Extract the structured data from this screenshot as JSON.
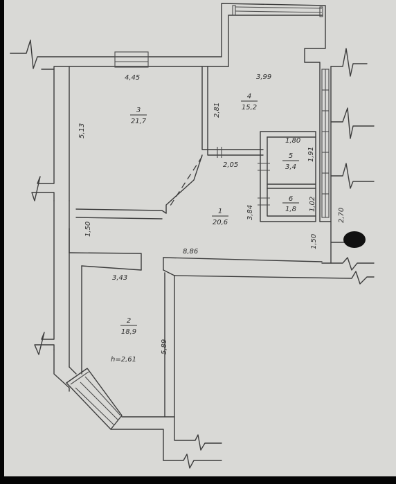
{
  "rooms": [
    {
      "num": "1",
      "area": "20,6"
    },
    {
      "num": "2",
      "area": "18,9"
    },
    {
      "num": "3",
      "area": "21,7"
    },
    {
      "num": "4",
      "area": "15,2"
    },
    {
      "num": "5",
      "area": "3,4"
    },
    {
      "num": "6",
      "area": "1,8"
    }
  ],
  "ceiling_height": "h=2,61",
  "dimensions": {
    "d445": "4,45",
    "d399": "3,99",
    "d513": "5,13",
    "d281": "2,81",
    "d180": "1,80",
    "d191": "1,91",
    "d205": "2,05",
    "d102": "1,02",
    "d384": "3,84",
    "d270": "2,70",
    "d150a": "1,50",
    "d150b": "1,50",
    "d886": "8,86",
    "d343": "3,43",
    "d589": "5,89"
  }
}
